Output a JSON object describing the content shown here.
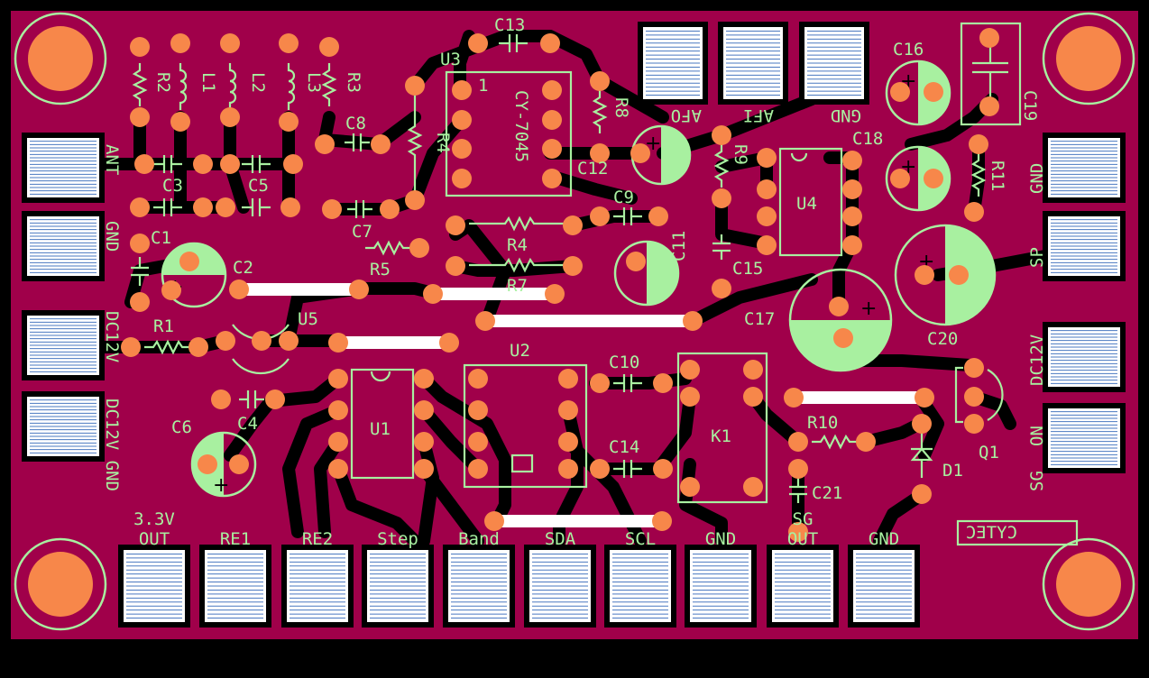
{
  "colors": {
    "board": "#a0004a",
    "trace": "#000000",
    "silk": "#a8f0a0",
    "pad": "#f7874a",
    "wire": "#ffffff",
    "tab_pad": "#ffffff",
    "tab_line": "#4a78c0"
  },
  "refs": {
    "C1": "C1",
    "C2": "C2",
    "C3": "C3",
    "C4": "C4",
    "C5": "C5",
    "C6": "C6",
    "C7": "C7",
    "C8": "C8",
    "C9": "C9",
    "C10": "C10",
    "C11": "C11",
    "C12": "C12",
    "C13": "C13",
    "C14": "C14",
    "C15": "C15",
    "C16": "C16",
    "C17": "C17",
    "C18": "C18",
    "C19": "C19",
    "C20": "C20",
    "C21": "C21",
    "R1": "R1",
    "R2": "R2",
    "R3": "R3",
    "R4a": "R4",
    "R4b": "R4",
    "R5": "R5",
    "R7": "R7",
    "R8": "R8",
    "R9": "R9",
    "R10": "R10",
    "R11": "R11",
    "L1": "L1",
    "L2": "L2",
    "L3": "L3",
    "U1": "U1",
    "U2": "U2",
    "U3": "U3",
    "U4": "U4",
    "U5": "U5",
    "K1": "K1",
    "Q1": "Q1",
    "D1": "D1"
  },
  "module": {
    "part": "CY-7045",
    "pin1": "1"
  },
  "logo": "CYTEC",
  "connectors": {
    "top": {
      "afo": "AFO",
      "afi": "AFI",
      "gnd": "GND"
    },
    "left": {
      "ant": "ANT",
      "gnd": "GND",
      "dc12v": "DC12V",
      "dc12v_gnd": "DC12V GND"
    },
    "right": {
      "gnd": "GND",
      "sp": "SP",
      "dc12v": "DC12V",
      "on": "ON",
      "sg": "SG"
    },
    "bottom": [
      {
        "line1": "3.3V",
        "line2": "OUT"
      },
      {
        "line1": "",
        "line2": "RE1"
      },
      {
        "line1": "",
        "line2": "RE2"
      },
      {
        "line1": "",
        "line2": "Step"
      },
      {
        "line1": "",
        "line2": "Band"
      },
      {
        "line1": "",
        "line2": "SDA"
      },
      {
        "line1": "",
        "line2": "SCL"
      },
      {
        "line1": "",
        "line2": "GND"
      },
      {
        "line1": "SG",
        "line2": "OUT"
      },
      {
        "line1": "",
        "line2": "GND"
      }
    ]
  }
}
